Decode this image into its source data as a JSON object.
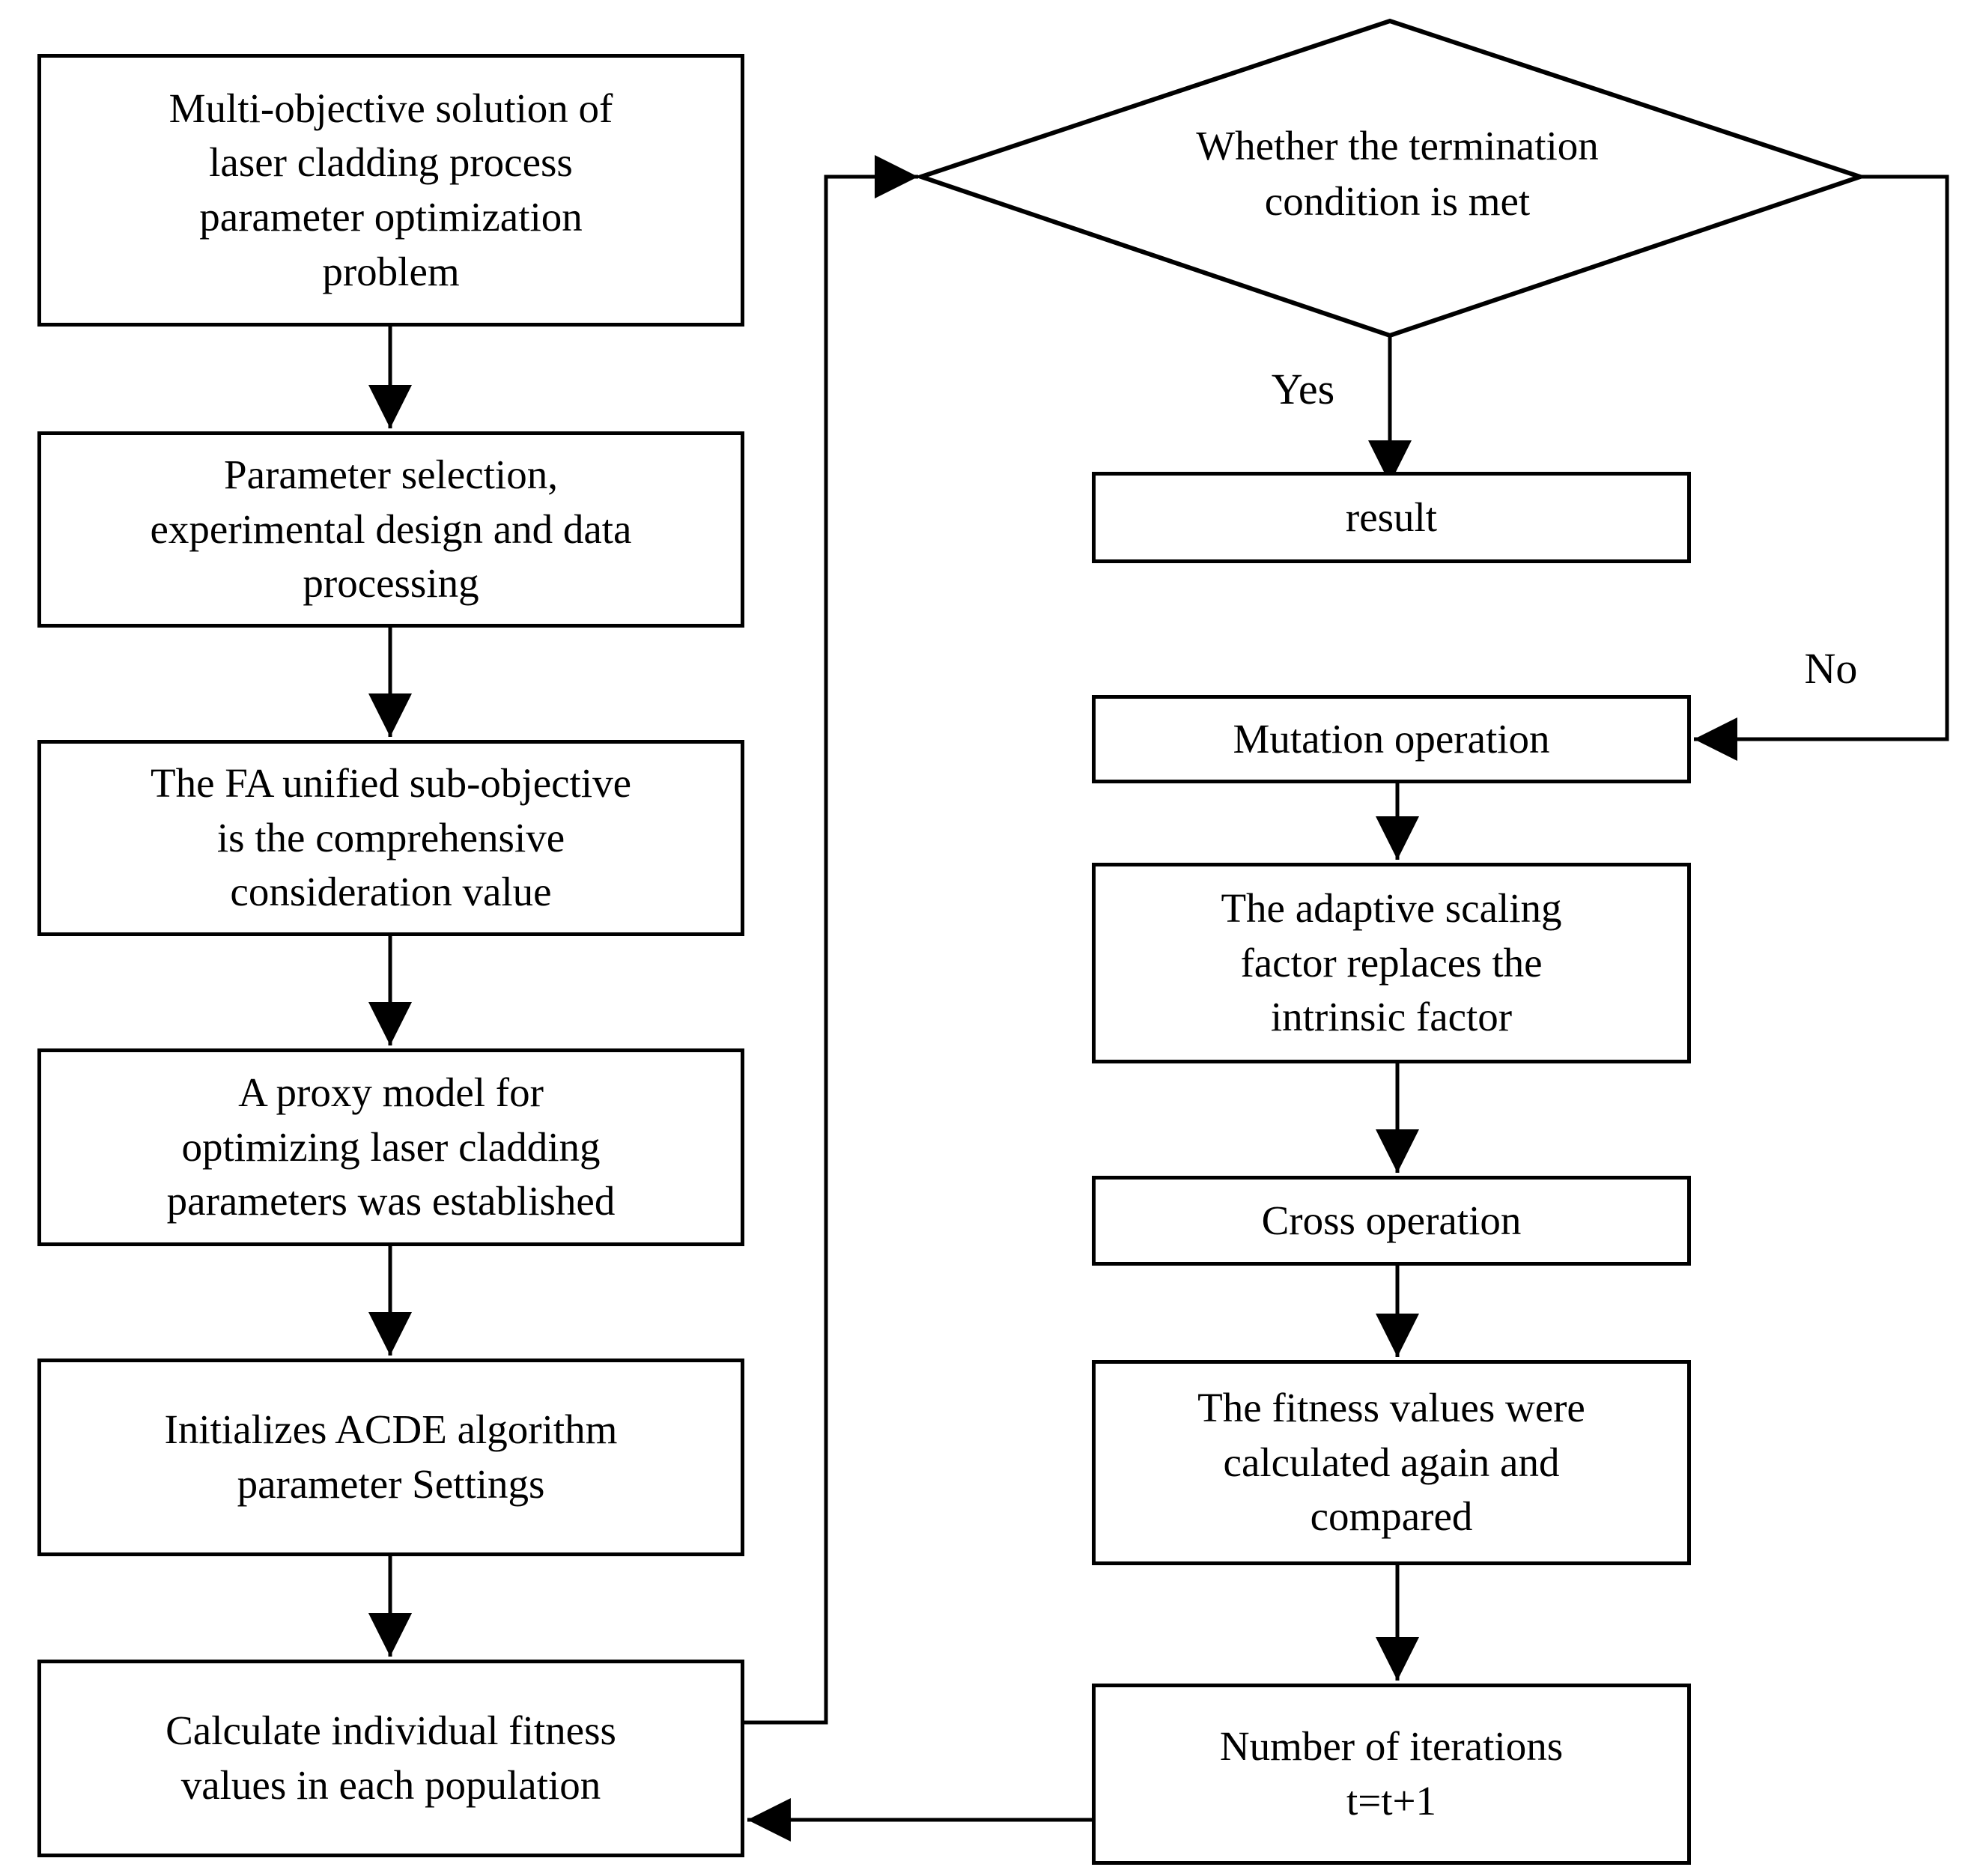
{
  "colors": {
    "line": "#000000",
    "background": "#ffffff",
    "text": "#000000"
  },
  "flowchart": {
    "left_column": [
      {
        "label": "Multi-objective solution of\nlaser cladding process\nparameter optimization\nproblem"
      },
      {
        "label": "Parameter selection,\nexperimental design and data\nprocessing"
      },
      {
        "label": "The FA unified sub-objective\nis the comprehensive\nconsideration value"
      },
      {
        "label": "A proxy model for\noptimizing laser cladding\nparameters was established"
      },
      {
        "label": "Initializes ACDE algorithm\nparameter Settings"
      },
      {
        "label": "Calculate individual fitness\nvalues in each population"
      }
    ],
    "decision": {
      "label": "Whether the termination\ncondition is met"
    },
    "branches": {
      "yes": "Yes",
      "no": "No"
    },
    "right_column": [
      {
        "label": "result"
      },
      {
        "label": "Mutation operation"
      },
      {
        "label": "The adaptive scaling\nfactor replaces the\nintrinsic factor"
      },
      {
        "label": "Cross operation"
      },
      {
        "label": "The fitness values were\ncalculated again and\ncompared"
      },
      {
        "label": "Number of iterations\nt=t+1"
      }
    ]
  }
}
